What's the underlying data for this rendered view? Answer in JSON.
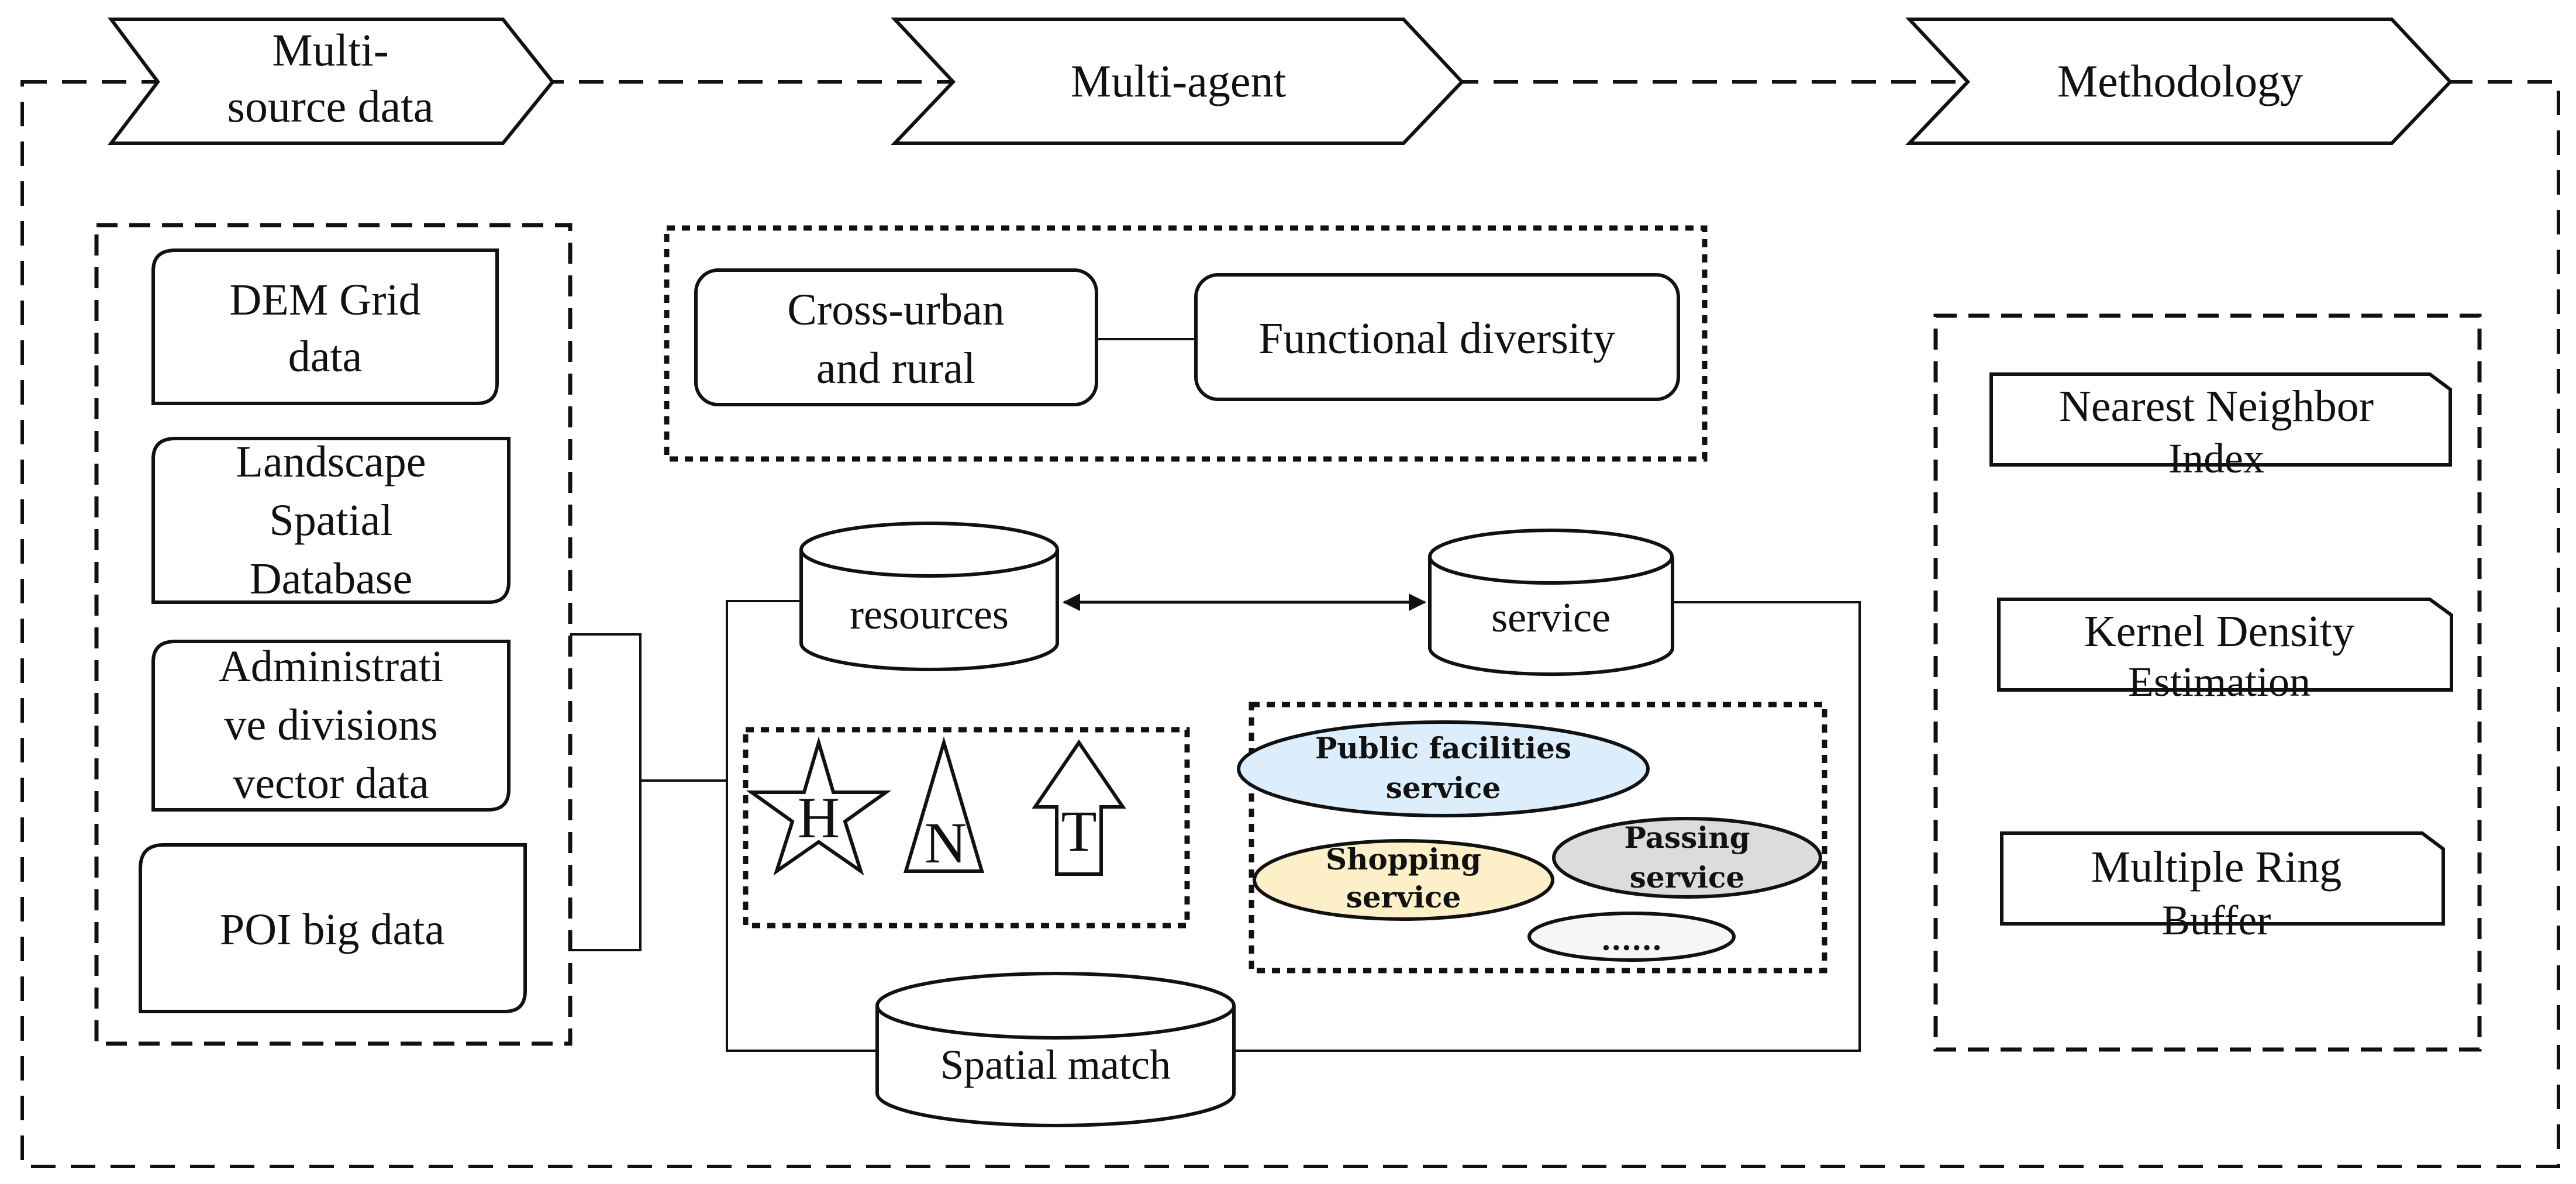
{
  "stages": [
    {
      "id": "multi-source",
      "lines": [
        "Multi-",
        "source data"
      ]
    },
    {
      "id": "multi-agent",
      "lines": [
        "Multi-agent"
      ]
    },
    {
      "id": "methodology",
      "lines": [
        "Methodology"
      ]
    }
  ],
  "data_sources": [
    {
      "lines": [
        "DEM Grid",
        "data"
      ]
    },
    {
      "lines": [
        "Landscape",
        "Spatial",
        "Database"
      ]
    },
    {
      "lines": [
        "Administrati",
        "ve divisions",
        "vector data"
      ]
    },
    {
      "lines": [
        "POI big data"
      ]
    }
  ],
  "agent_features": {
    "cross_urban": [
      "Cross-urban",
      "and rural"
    ],
    "functional": [
      "Functional diversity"
    ]
  },
  "databases": {
    "resources": "resources",
    "service": "service",
    "spatial_match": "Spatial match"
  },
  "resource_icons": [
    {
      "shape": "star",
      "letter": "H"
    },
    {
      "shape": "triangle",
      "letter": "N"
    },
    {
      "shape": "up-arrow",
      "letter": "T"
    }
  ],
  "services": [
    {
      "id": "public",
      "lines": [
        "Public facilities",
        "service"
      ],
      "color": "#DCEEFB"
    },
    {
      "id": "shopping",
      "lines": [
        "Shopping",
        "service"
      ],
      "color": "#FDF0C8"
    },
    {
      "id": "passing",
      "lines": [
        "Passing",
        "service"
      ],
      "color": "#DCDCDC"
    },
    {
      "id": "more",
      "lines": [
        "......"
      ],
      "color": "#F6F6F6"
    }
  ],
  "methods": [
    {
      "lines": [
        "Nearest Neighbor",
        "Index"
      ]
    },
    {
      "lines": [
        "Kernel Density",
        "Estimation"
      ]
    },
    {
      "lines": [
        "Multiple Ring",
        "Buffer"
      ]
    }
  ]
}
